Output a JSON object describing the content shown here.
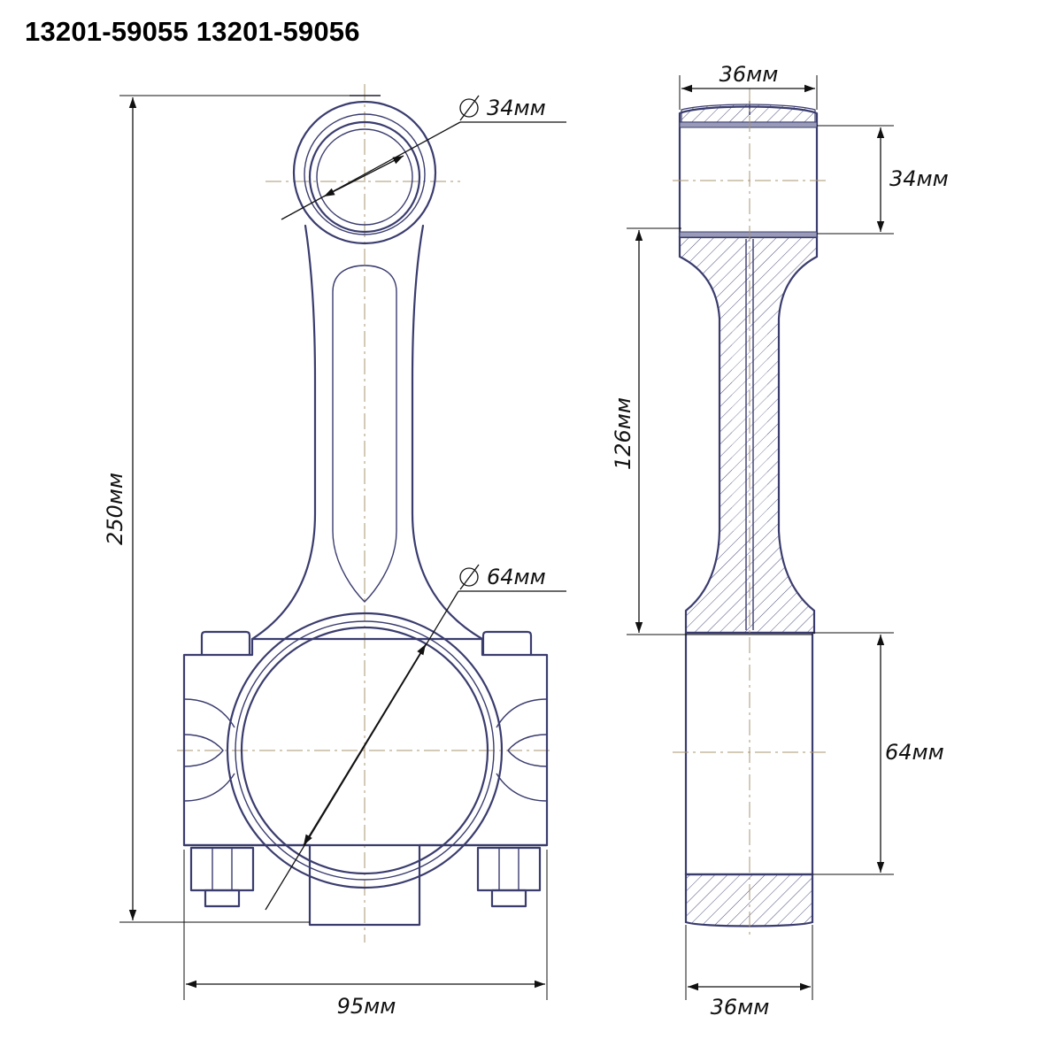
{
  "title": "13201-59055 13201-59056",
  "front_view": {
    "overall_length": "250мм",
    "small_end_diameter": "34мм",
    "big_end_diameter": "64мм",
    "big_end_width": "95мм"
  },
  "side_view": {
    "small_end_width": "36мм",
    "small_end_bore": "34мм",
    "center_distance": "126мм",
    "big_end_bore": "64мм",
    "big_end_width": "36мм"
  },
  "colors": {
    "outline": "#3a3c6e",
    "centerline": "#a89672",
    "dimension": "#111111"
  }
}
